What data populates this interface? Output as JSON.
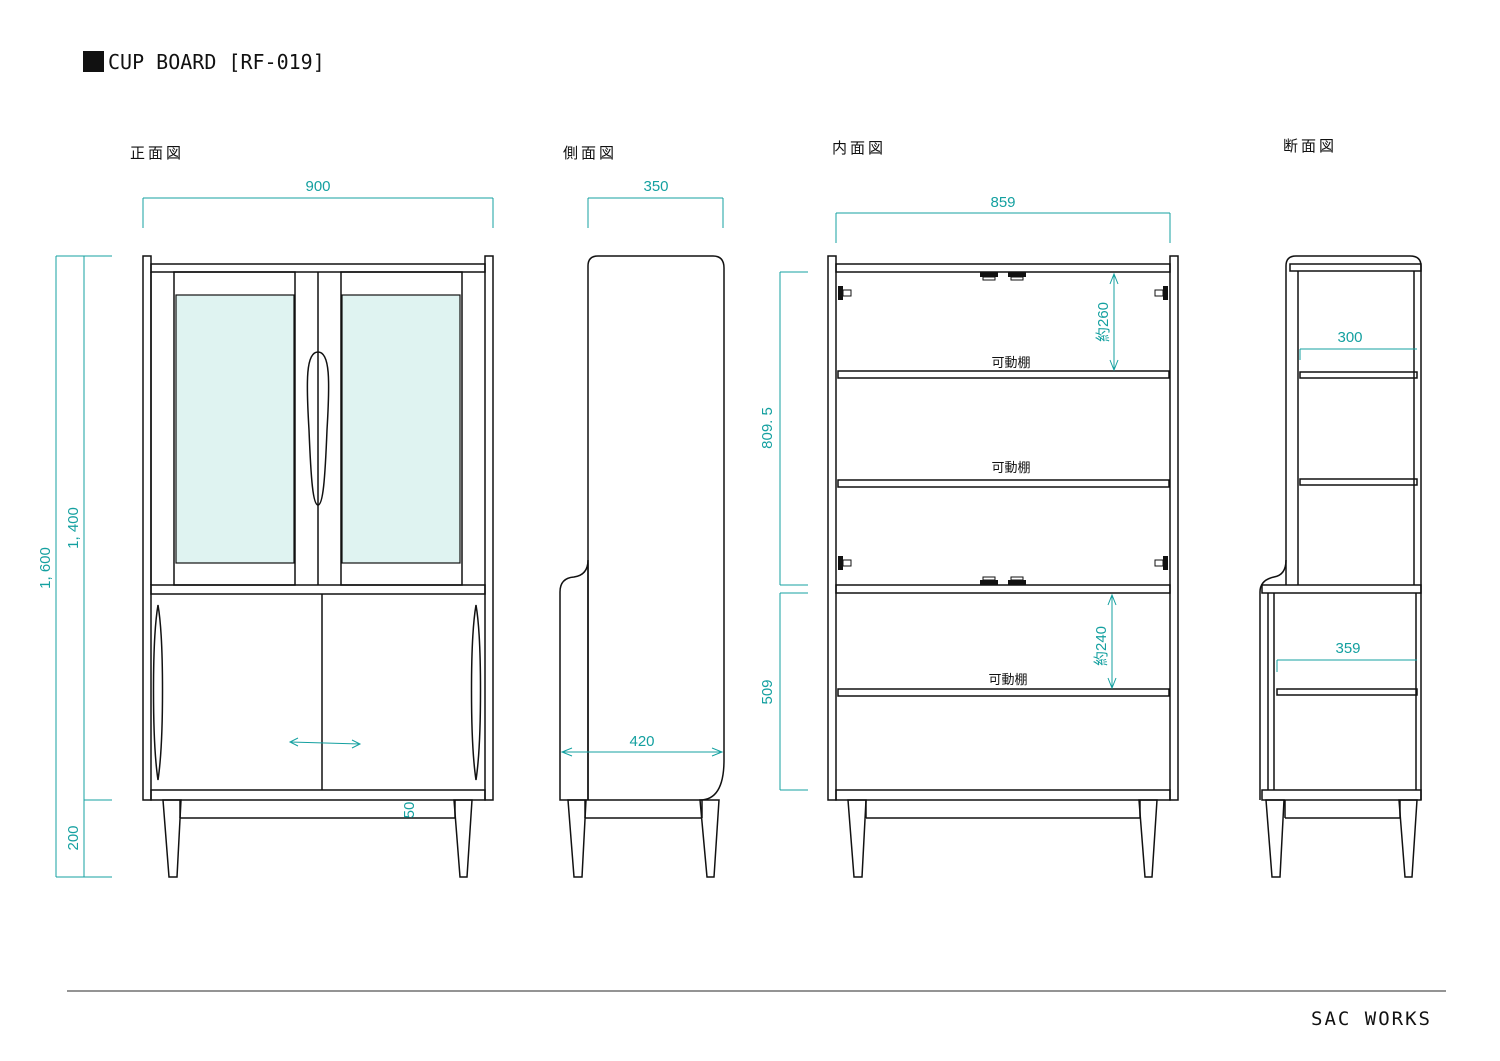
{
  "title": "CUP BOARD [RF-019]",
  "brand": "SAC WORKS",
  "colors": {
    "dimension": "#14a0a0",
    "line": "#111111",
    "glass": "#dff3f1"
  },
  "views": {
    "front": {
      "label": "正面図",
      "dims": {
        "width": "900",
        "total_height": "1, 600",
        "body_height": "1, 400",
        "leg_height": "200",
        "rail": "50"
      }
    },
    "side": {
      "label": "側面図",
      "dims": {
        "top_depth": "350",
        "bottom_depth": "420"
      }
    },
    "interior": {
      "label": "内面図",
      "dims": {
        "inner_width": "859",
        "upper_height": "809. 5",
        "lower_height": "509",
        "upper_gap": "約260",
        "lower_gap": "約240"
      },
      "shelf_label": "可動棚"
    },
    "section": {
      "label": "断面図",
      "dims": {
        "upper_depth": "300",
        "lower_depth": "359"
      }
    }
  }
}
